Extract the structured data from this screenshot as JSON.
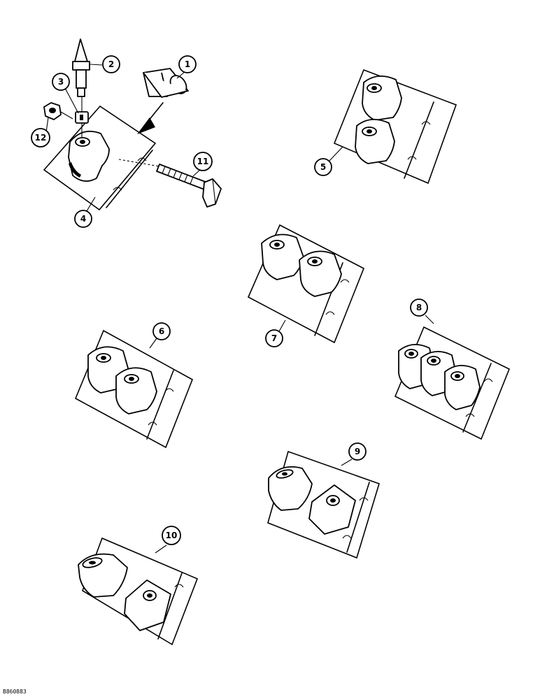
{
  "diagram": {
    "callouts": [
      {
        "id": "1",
        "label": "1"
      },
      {
        "id": "2",
        "label": "2"
      },
      {
        "id": "3",
        "label": "3"
      },
      {
        "id": "4",
        "label": "4"
      },
      {
        "id": "5",
        "label": "5"
      },
      {
        "id": "6",
        "label": "6"
      },
      {
        "id": "7",
        "label": "7"
      },
      {
        "id": "8",
        "label": "8"
      },
      {
        "id": "9",
        "label": "9"
      },
      {
        "id": "10",
        "label": "10"
      },
      {
        "id": "11",
        "label": "11"
      },
      {
        "id": "12",
        "label": "12"
      }
    ],
    "drawing_code": "B860883"
  }
}
